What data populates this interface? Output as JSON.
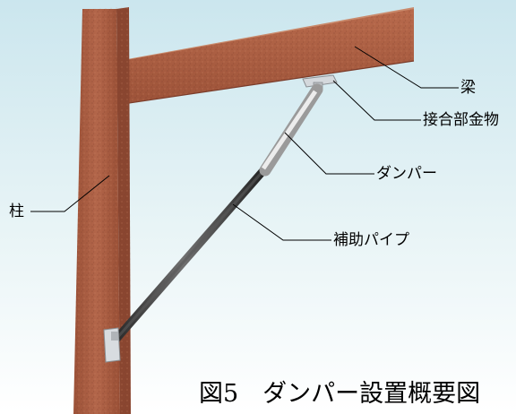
{
  "labels": {
    "beam": "梁",
    "joint": "接合部金物",
    "damper": "ダンパー",
    "pipe": "補助パイプ",
    "column": "柱"
  },
  "caption": "図5　ダンパー設置概要図",
  "colors": {
    "wood": "#a65a40",
    "wood_dark": "#7a3c2a",
    "wood_light": "#c07a5c",
    "sky": "#cfe8ef",
    "damper_light": "#d8d8d8",
    "pipe_dark": "#3a3a3a",
    "metal": "#c8ccd0"
  }
}
